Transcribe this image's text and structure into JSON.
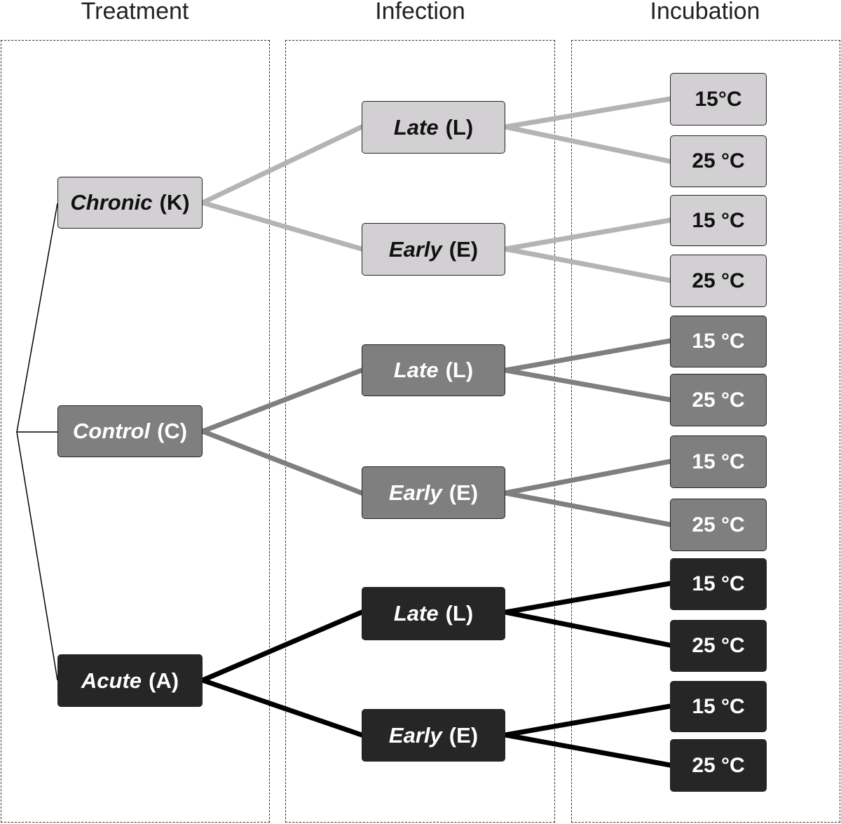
{
  "columns": {
    "treatment": "Treatment",
    "infection": "Infection",
    "incubation": "Incubation"
  },
  "colors": {
    "light": "#d2d0d2",
    "mid": "#7f7f7f",
    "dark": "#262626",
    "link_light": "#b4b4b4",
    "link_mid": "#7f7f7f",
    "link_dark": "#000000"
  },
  "treatments": [
    {
      "name": "Chronic",
      "code": "(K)",
      "infections": [
        {
          "name": "Late",
          "code": "(L)",
          "incubations": [
            "15°C",
            "25 °C"
          ]
        },
        {
          "name": "Early",
          "code": "(E)",
          "incubations": [
            "15 °C",
            "25 °C"
          ]
        }
      ]
    },
    {
      "name": "Control",
      "code": "(C)",
      "infections": [
        {
          "name": "Late",
          "code": "(L)",
          "incubations": [
            "15 °C",
            "25 °C"
          ]
        },
        {
          "name": "Early",
          "code": "(E)",
          "incubations": [
            "15 °C",
            "25 °C"
          ]
        }
      ]
    },
    {
      "name": "Acute",
      "code": "(A)",
      "infections": [
        {
          "name": "Late",
          "code": "(L)",
          "incubations": [
            "15 °C",
            "25 °C"
          ]
        },
        {
          "name": "Early",
          "code": "(E)",
          "incubations": [
            "15 °C",
            "25 °C"
          ]
        }
      ]
    }
  ]
}
